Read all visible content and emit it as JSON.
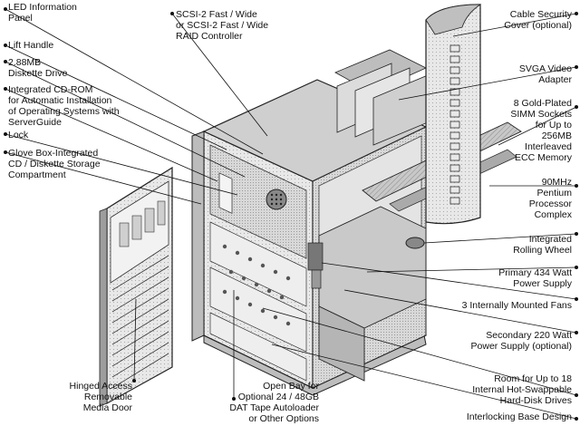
{
  "labels": {
    "led_panel": [
      "LED Information",
      "Panel"
    ],
    "lift_handle": [
      "Lift Handle"
    ],
    "diskette": [
      "2.88MB",
      "Diskette Drive"
    ],
    "cdrom": [
      "Integrated CD-ROM",
      "for Automatic Installation",
      "of Operating Systems with",
      "ServerGuide"
    ],
    "lock": [
      "Lock"
    ],
    "glove_box": [
      "Glove Box-Integrated",
      "CD / Diskette Storage",
      "Compartment"
    ],
    "scsi": [
      "SCSI-2 Fast / Wide",
      "or SCSI-2 Fast / Wide",
      "RAID Controller"
    ],
    "cable_cover": [
      "Cable Security",
      "Cover (optional)"
    ],
    "svga": [
      "SVGA Video",
      "Adapter"
    ],
    "simm": [
      "8 Gold-Plated",
      "SIMM Sockets",
      "for Up to",
      "256MB",
      "Interleaved",
      "ECC Memory"
    ],
    "processor": [
      "90MHz",
      "Pentium",
      "Processor",
      "Complex"
    ],
    "rolling_wheel": [
      "Integrated",
      "Rolling Wheel"
    ],
    "primary_psu": [
      "Primary 434 Watt",
      "Power Supply"
    ],
    "fans": [
      "3 Internally Mounted Fans"
    ],
    "secondary_psu": [
      "Secondary 220 Watt",
      "Power Supply (optional)"
    ],
    "hot_swap": [
      "Room for Up to 18",
      "Internal Hot-Swappable",
      "Hard-Disk Drives"
    ],
    "base": [
      "Interlocking Base Design"
    ],
    "media_door": [
      "Hinged Access",
      "Removable",
      "Media Door"
    ],
    "open_bay": [
      "Open Bay for",
      "Optional 24 / 48GB",
      "DAT Tape Autoloader",
      "or Other Options"
    ]
  }
}
